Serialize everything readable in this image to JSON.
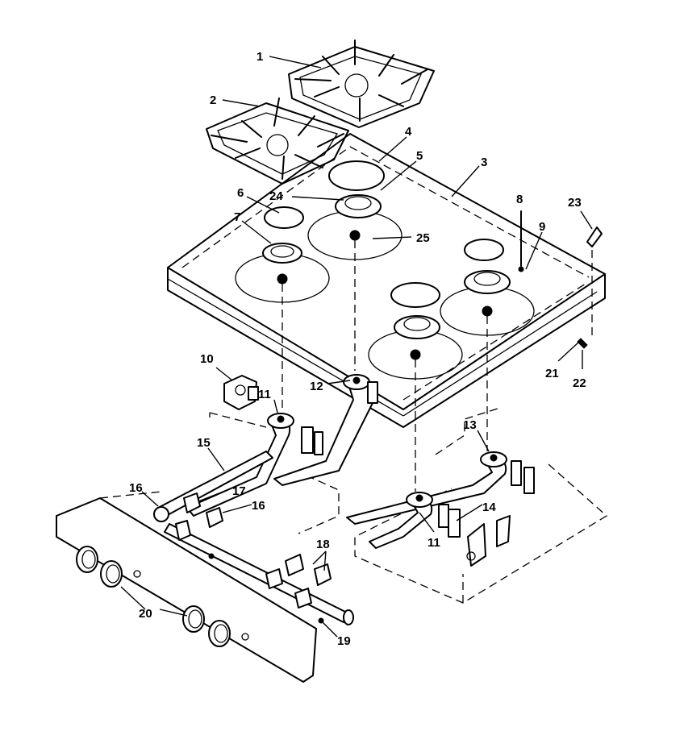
{
  "callouts": [
    {
      "id": "1",
      "text": "1"
    },
    {
      "id": "2",
      "text": "2"
    },
    {
      "id": "3",
      "text": "3"
    },
    {
      "id": "4",
      "text": "4"
    },
    {
      "id": "5",
      "text": "5"
    },
    {
      "id": "6",
      "text": "6"
    },
    {
      "id": "7",
      "text": "7"
    },
    {
      "id": "8",
      "text": "8"
    },
    {
      "id": "9",
      "text": "9"
    },
    {
      "id": "10",
      "text": "10"
    },
    {
      "id": "11a",
      "text": "11"
    },
    {
      "id": "11b",
      "text": "11"
    },
    {
      "id": "12",
      "text": "12"
    },
    {
      "id": "13",
      "text": "13"
    },
    {
      "id": "14",
      "text": "14"
    },
    {
      "id": "15",
      "text": "15"
    },
    {
      "id": "16a",
      "text": "16"
    },
    {
      "id": "16b",
      "text": "16"
    },
    {
      "id": "17",
      "text": "17"
    },
    {
      "id": "18",
      "text": "18"
    },
    {
      "id": "19",
      "text": "19"
    },
    {
      "id": "20",
      "text": "20"
    },
    {
      "id": "21",
      "text": "21"
    },
    {
      "id": "22",
      "text": "22"
    },
    {
      "id": "23",
      "text": "23"
    },
    {
      "id": "24",
      "text": "24"
    },
    {
      "id": "25",
      "text": "25"
    }
  ]
}
